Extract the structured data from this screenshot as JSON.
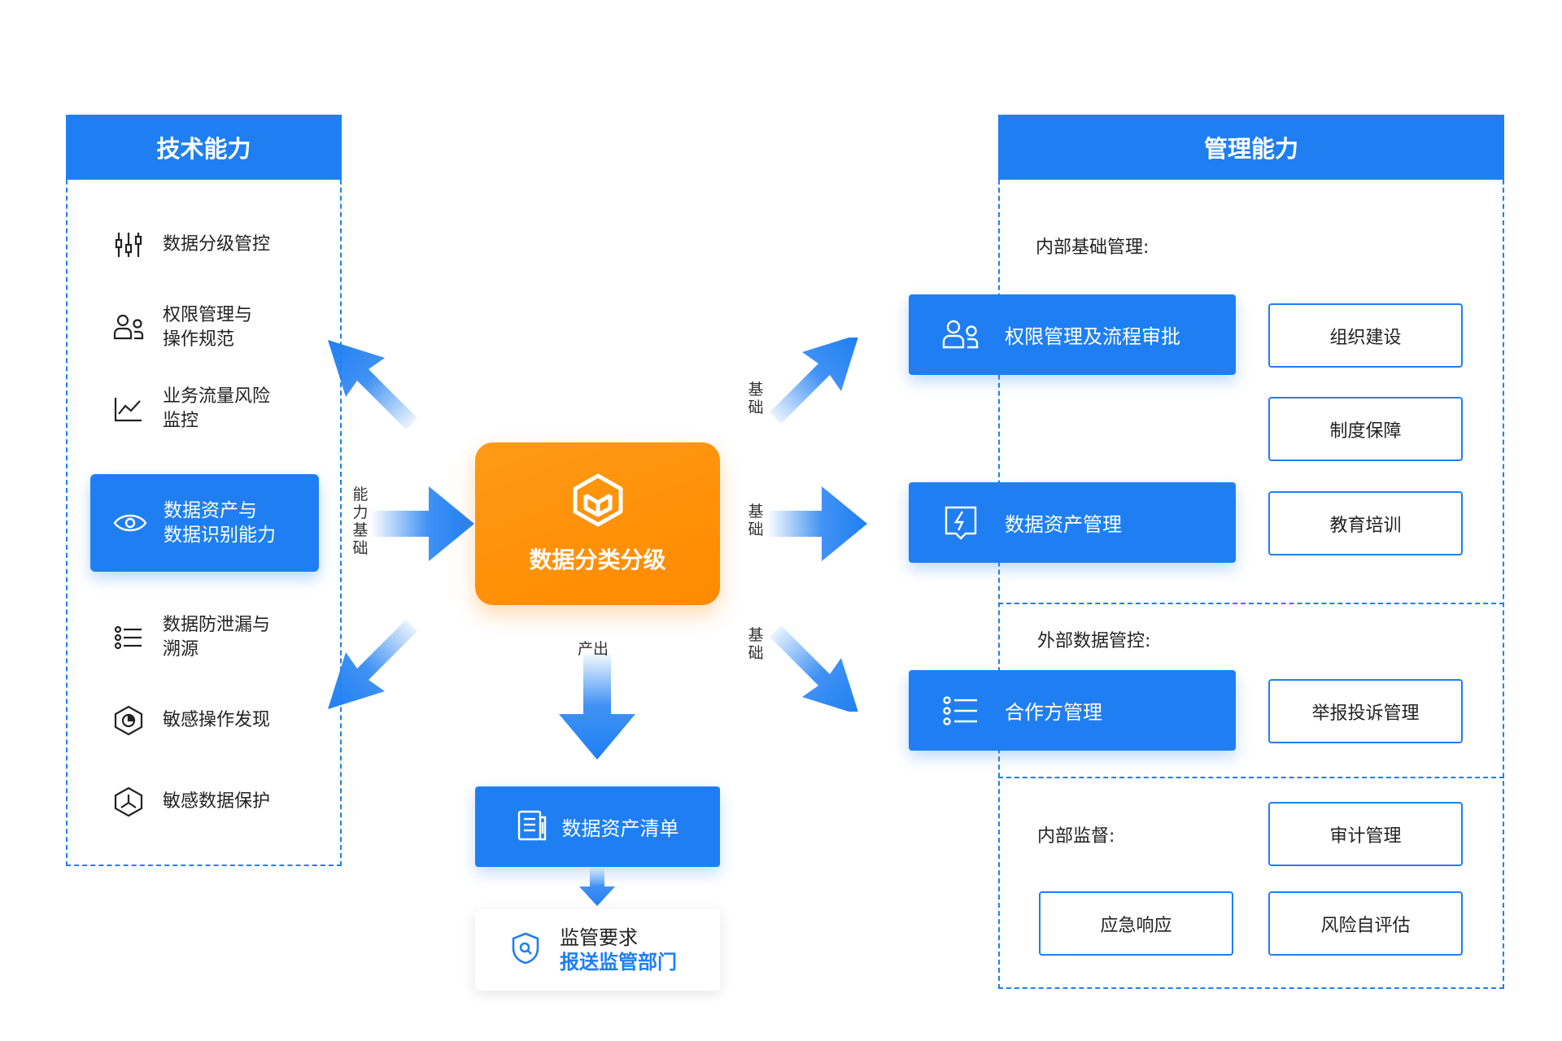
{
  "left_panel": {
    "title": "技术能力",
    "items": [
      {
        "icon": "sliders-icon",
        "label": "数据分级管控"
      },
      {
        "icon": "users-icon",
        "label": "权限管理与\n操作规范"
      },
      {
        "icon": "line-chart-icon",
        "label": "业务流量风险\n监控"
      },
      {
        "icon": "eye-icon",
        "label": "数据资产与\n数据识别能力"
      },
      {
        "icon": "list-icon",
        "label": "数据防泄漏与\n溯源"
      },
      {
        "icon": "target-hexagon-icon",
        "label": "敏感操作发现"
      },
      {
        "icon": "shield-hexagon-icon",
        "label": "敏感数据保护"
      }
    ]
  },
  "center": {
    "core_label": "数据分类分级",
    "output_label": "产出",
    "capability_label": "能力基础",
    "basis_label": "基础",
    "asset_list": "数据资产清单",
    "report_line1": "监管要求",
    "report_line2": "报送监管部门"
  },
  "right_panel": {
    "title": "管理能力",
    "sections": {
      "internal_basic": "内部基础管理:",
      "external": "外部数据管控:",
      "internal_supervision": "内部监督:"
    },
    "bars": [
      {
        "icon": "users-icon",
        "label": "权限管理及流程审批"
      },
      {
        "icon": "lightning-doc-icon",
        "label": "数据资产管理"
      },
      {
        "icon": "list-icon",
        "label": "合作方管理"
      }
    ],
    "boxes": {
      "org": "组织建设",
      "policy": "制度保障",
      "training": "教育培训",
      "complaint": "举报投诉管理",
      "audit": "审计管理",
      "emergency": "应急响应",
      "self_eval": "风险自评估"
    }
  },
  "colors": {
    "primary_blue": "#1f7ff2",
    "core_orange": "#ff8a00"
  }
}
